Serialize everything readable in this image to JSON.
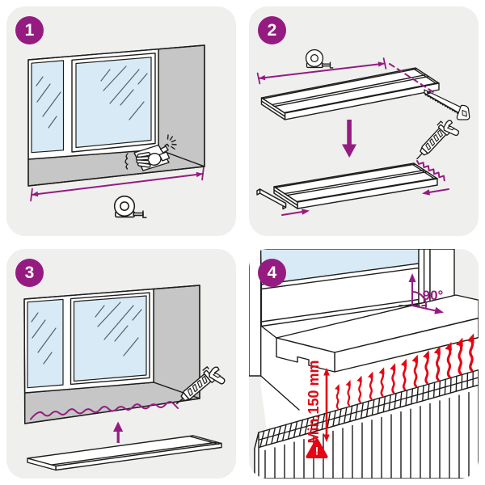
{
  "colors": {
    "purple": "#951b81",
    "red": "#e30613",
    "glass": "#d9eaf7",
    "wall": "#c6c6c6",
    "outline": "#1d1d1b",
    "panel_bg": "#efefee",
    "page_bg": "#ffffff",
    "reflection": "#51616e"
  },
  "steps": [
    {
      "number": "1",
      "icons": [
        "window",
        "hand-cloth-spray",
        "width-dimension-arrow",
        "measuring-tape"
      ]
    },
    {
      "number": "2",
      "icons": [
        "measuring-tape",
        "length-dimension-arrow",
        "windowsill-board",
        "cut-line",
        "handsaw",
        "down-arrow",
        "caulking-gun",
        "adhesive-bead",
        "end-cap",
        "left-arrow",
        "right-arrow"
      ]
    },
    {
      "number": "3",
      "icons": [
        "window",
        "adhesive-bead",
        "caulking-gun",
        "up-arrow",
        "windowsill-board"
      ]
    },
    {
      "number": "4",
      "icons": [
        "window",
        "installed-windowsill",
        "radiator",
        "heat-arrows",
        "angle-arrows",
        "min-distance-dimension",
        "warning-triangle"
      ],
      "labels": {
        "angle": "90°",
        "min_distance": "Min.150 mm",
        "warning": "!"
      }
    }
  ]
}
